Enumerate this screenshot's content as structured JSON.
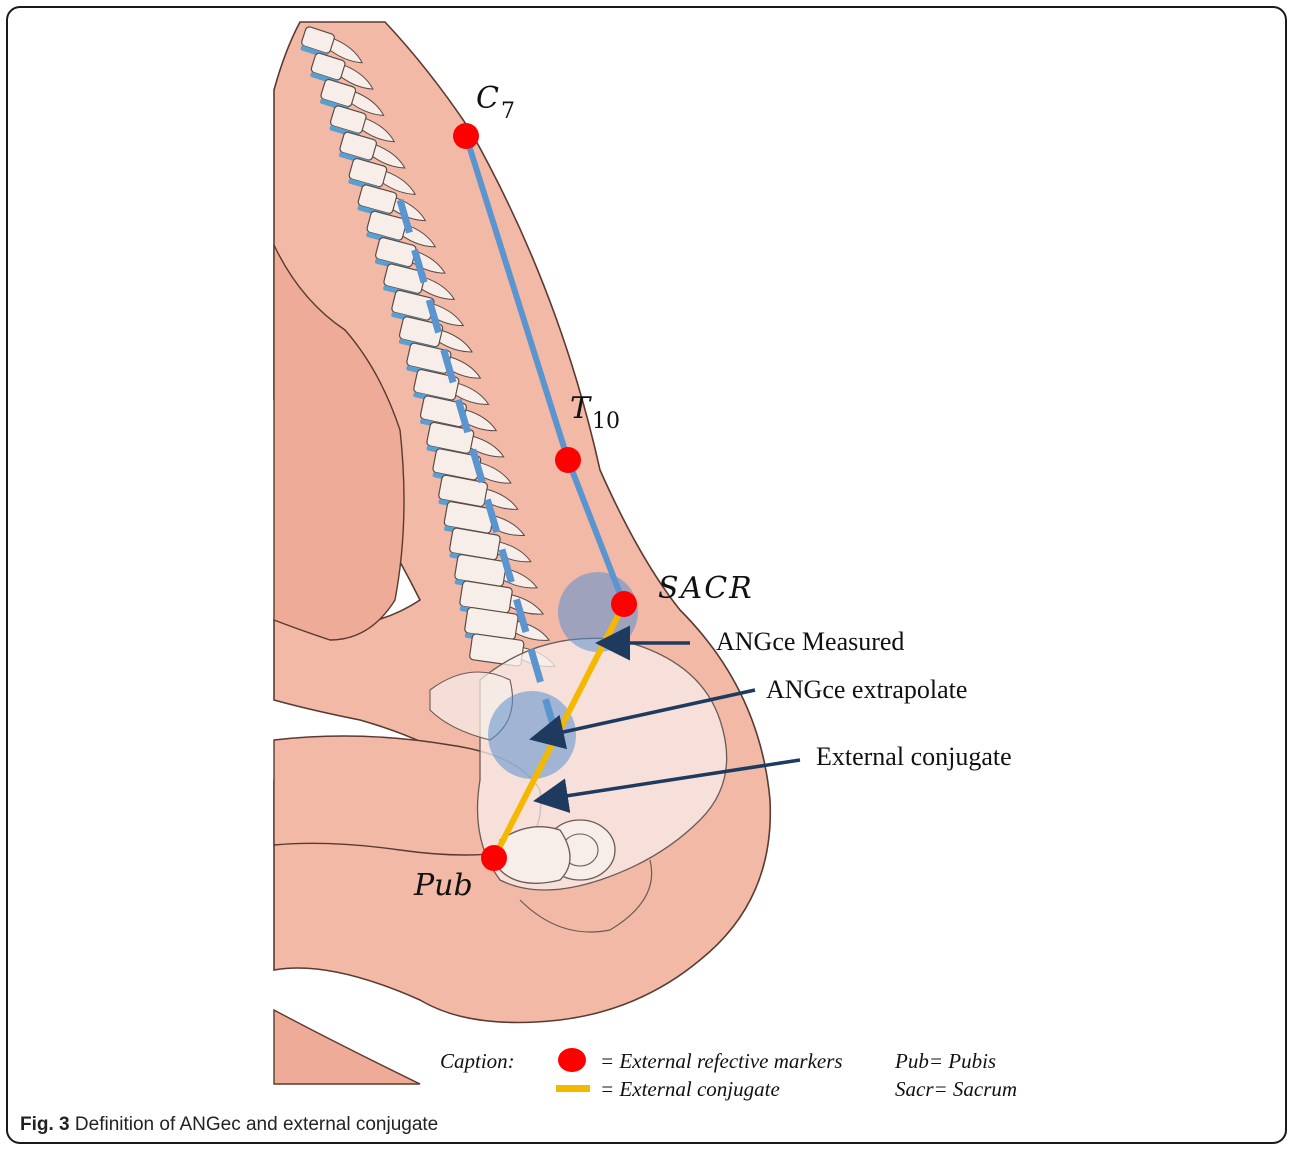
{
  "markers": {
    "c7": {
      "main": "C",
      "sub": "7"
    },
    "t10": {
      "main": "T",
      "sub": "10"
    },
    "sacr": "SACR",
    "pub": "Pub"
  },
  "arrows": {
    "measured": "ANGce Measured",
    "extrapolate": "ANGce extrapolate",
    "conjugate": "External conjugate"
  },
  "legend": {
    "caption_label": "Caption:",
    "marker_text": "= External refective markers",
    "conjugate_text": "= External conjugate",
    "pub_text": "Pub= Pubis",
    "sacr_text": "Sacr= Sacrum"
  },
  "figure_caption": {
    "number": "Fig. 3",
    "text": "Definition of ANGec and external conjugate"
  },
  "colors": {
    "skin": "#f2b9a7",
    "skin_dark": "#e59f8c",
    "bone": "#f7eeea",
    "disc": "#5b9fce",
    "marker": "#ff0000",
    "line_blue": "#5b95cf",
    "conjugate": "#f5b800",
    "arrow": "#1e3a5f"
  }
}
